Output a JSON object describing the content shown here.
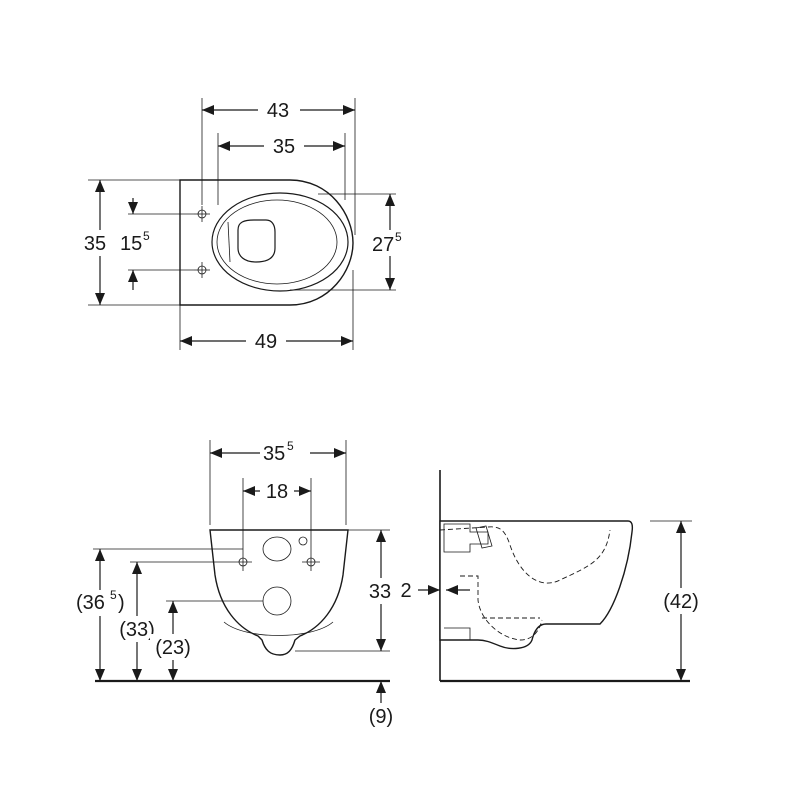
{
  "colors": {
    "line": "#1a1a1a",
    "background": "#ffffff"
  },
  "top_view": {
    "width_outer": "43",
    "width_inner": "35",
    "depth_total": "35",
    "fixing_spacing": {
      "base": "15",
      "sup": "5"
    },
    "bowl_width": {
      "base": "27",
      "sup": "5"
    },
    "length": "49"
  },
  "front_view": {
    "width": {
      "base": "35",
      "sup": "5"
    },
    "connection_spacing": "18",
    "body_height": "33",
    "fixing_height": {
      "base": "(36",
      "sup": "5",
      "close": ")"
    },
    "inlet_height": "(33)",
    "outlet_height": "(23)",
    "floor_offset": "(9)"
  },
  "side_view": {
    "wall_offset": "2",
    "rim_height": "(42)"
  }
}
